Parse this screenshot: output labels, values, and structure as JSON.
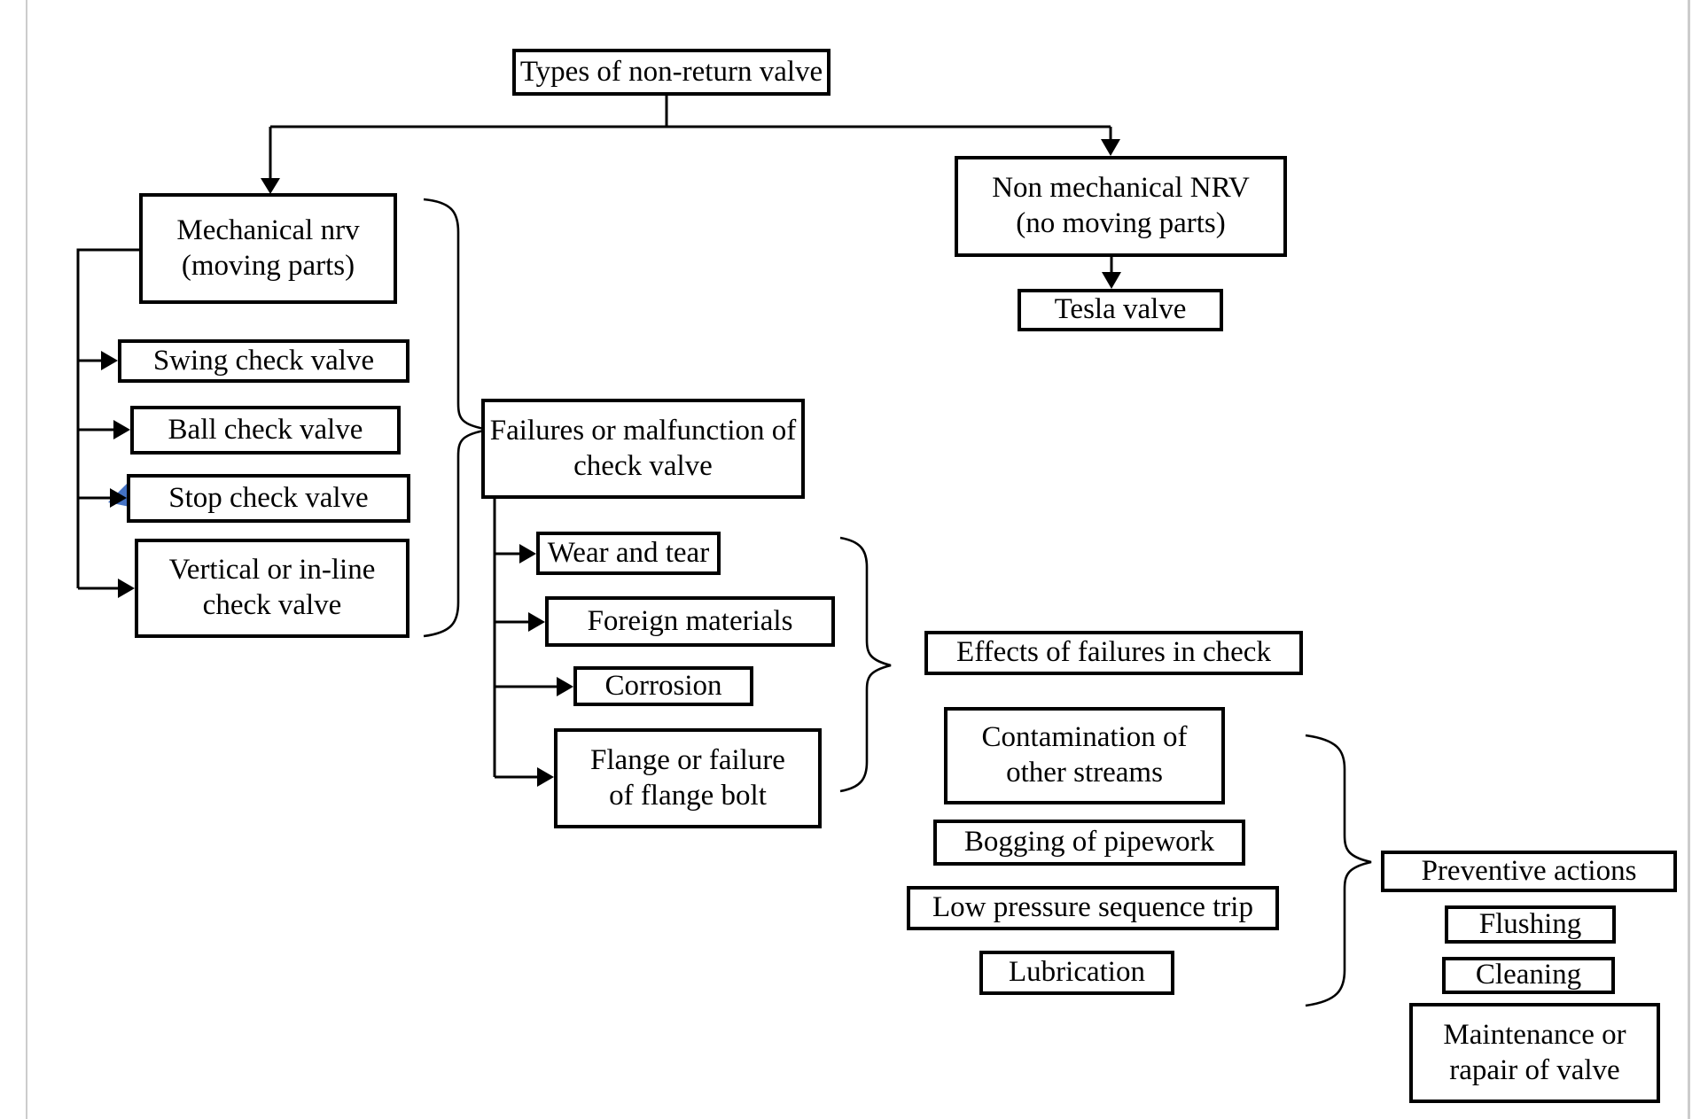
{
  "title": "Types of non-return valve diagram",
  "colors": {
    "line": "#000000",
    "box_border": "#000000",
    "background": "#ffffff",
    "page_edge": "#cccccc",
    "accent_blue": "#4472C4"
  },
  "nodes": {
    "types": {
      "label": "Types of non-return valve"
    },
    "mech": {
      "label": "Mechanical nrv\n(moving parts)"
    },
    "swing": {
      "label": "Swing check valve"
    },
    "ball": {
      "label": "Ball check valve"
    },
    "stop": {
      "label": "Stop check valve"
    },
    "vertical": {
      "label": "Vertical or in-line\ncheck valve"
    },
    "nonmech": {
      "label": "Non mechanical NRV\n(no moving parts)"
    },
    "tesla": {
      "label": "Tesla valve"
    },
    "failures": {
      "label": "Failures or malfunction of\ncheck valve"
    },
    "wear": {
      "label": "Wear and tear"
    },
    "foreign": {
      "label": "Foreign materials"
    },
    "corrosion": {
      "label": "Corrosion"
    },
    "flange": {
      "label": "Flange or failure\nof flange bolt"
    },
    "effects": {
      "label": "Effects of failures in check"
    },
    "contamination": {
      "label": "Contamination of\nother streams"
    },
    "bogging": {
      "label": "Bogging of pipework"
    },
    "lowpressure": {
      "label": "Low pressure sequence trip"
    },
    "lubrication": {
      "label": "Lubrication"
    },
    "preventive": {
      "label": "Preventive actions"
    },
    "flushing": {
      "label": "Flushing"
    },
    "cleaning": {
      "label": "Cleaning"
    },
    "maintenance": {
      "label": "Maintenance or\nrapair of valve"
    }
  }
}
